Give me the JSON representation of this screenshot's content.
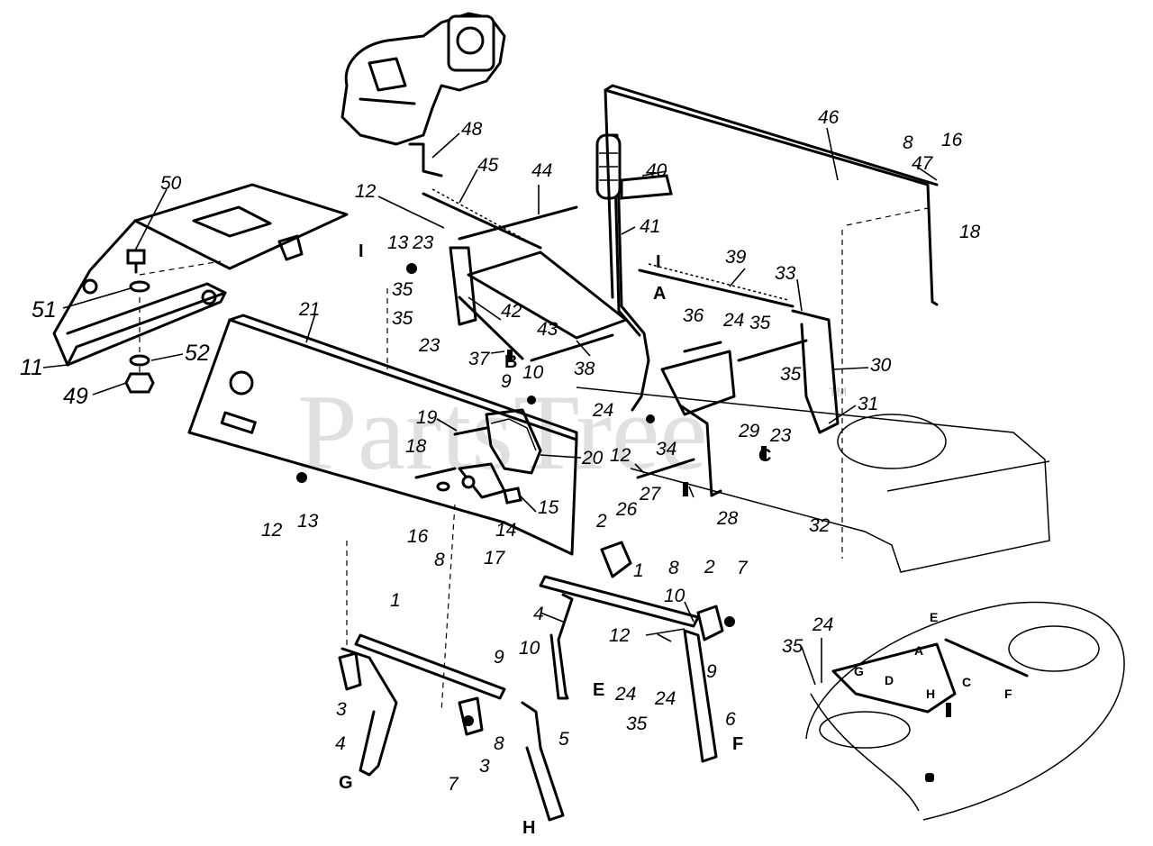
{
  "watermark": "PartsTree",
  "trademark": "TM",
  "callouts": [
    {
      "id": "c50",
      "text": "50"
    },
    {
      "id": "c51",
      "text": "51"
    },
    {
      "id": "c11",
      "text": "11"
    },
    {
      "id": "c49",
      "text": "49"
    },
    {
      "id": "c52",
      "text": "52"
    },
    {
      "id": "c48",
      "text": "48"
    },
    {
      "id": "c45",
      "text": "45"
    },
    {
      "id": "c44",
      "text": "44"
    },
    {
      "id": "c12a",
      "text": "12"
    },
    {
      "id": "c13a",
      "text": "13"
    },
    {
      "id": "c23a",
      "text": "23"
    },
    {
      "id": "c35a",
      "text": "35"
    },
    {
      "id": "c35b",
      "text": "35"
    },
    {
      "id": "c23b",
      "text": "23"
    },
    {
      "id": "c42",
      "text": "42"
    },
    {
      "id": "c43",
      "text": "43"
    },
    {
      "id": "c37",
      "text": "37"
    },
    {
      "id": "c38",
      "text": "38"
    },
    {
      "id": "c10a",
      "text": "10"
    },
    {
      "id": "c9a",
      "text": "9"
    },
    {
      "id": "c21",
      "text": "21"
    },
    {
      "id": "c19",
      "text": "19"
    },
    {
      "id": "c18a",
      "text": "18"
    },
    {
      "id": "c20",
      "text": "20"
    },
    {
      "id": "c12b",
      "text": "12"
    },
    {
      "id": "c13b",
      "text": "13"
    },
    {
      "id": "c16a",
      "text": "16"
    },
    {
      "id": "c8a",
      "text": "8"
    },
    {
      "id": "c17",
      "text": "17"
    },
    {
      "id": "c14",
      "text": "14"
    },
    {
      "id": "c15",
      "text": "15"
    },
    {
      "id": "c40",
      "text": "40"
    },
    {
      "id": "c41",
      "text": "41"
    },
    {
      "id": "c46",
      "text": "46"
    },
    {
      "id": "c8b",
      "text": "8"
    },
    {
      "id": "c16b",
      "text": "16"
    },
    {
      "id": "c47",
      "text": "47"
    },
    {
      "id": "c18b",
      "text": "18"
    },
    {
      "id": "c39",
      "text": "39"
    },
    {
      "id": "c33",
      "text": "33"
    },
    {
      "id": "c36",
      "text": "36"
    },
    {
      "id": "c24a",
      "text": "24"
    },
    {
      "id": "c35c",
      "text": "35"
    },
    {
      "id": "c35d",
      "text": "35"
    },
    {
      "id": "c30",
      "text": "30"
    },
    {
      "id": "c31",
      "text": "31"
    },
    {
      "id": "c24b",
      "text": "24"
    },
    {
      "id": "c12c",
      "text": "12"
    },
    {
      "id": "c34",
      "text": "34"
    },
    {
      "id": "c29",
      "text": "29"
    },
    {
      "id": "c23c",
      "text": "23"
    },
    {
      "id": "c26",
      "text": "26"
    },
    {
      "id": "c27",
      "text": "27"
    },
    {
      "id": "c28",
      "text": "28"
    },
    {
      "id": "c32",
      "text": "32"
    },
    {
      "id": "c2a",
      "text": "2"
    },
    {
      "id": "c1a",
      "text": "1"
    },
    {
      "id": "c8c",
      "text": "8"
    },
    {
      "id": "c2b",
      "text": "2"
    },
    {
      "id": "c7a",
      "text": "7"
    },
    {
      "id": "c10b",
      "text": "10"
    },
    {
      "id": "c4a",
      "text": "4"
    },
    {
      "id": "c12d",
      "text": "12"
    },
    {
      "id": "c9b",
      "text": "9"
    },
    {
      "id": "c24c",
      "text": "24"
    },
    {
      "id": "c24d",
      "text": "24"
    },
    {
      "id": "c35e",
      "text": "35"
    },
    {
      "id": "c6",
      "text": "6"
    },
    {
      "id": "c1b",
      "text": "1"
    },
    {
      "id": "c9c",
      "text": "9"
    },
    {
      "id": "c10c",
      "text": "10"
    },
    {
      "id": "c3a",
      "text": "3"
    },
    {
      "id": "c4b",
      "text": "4"
    },
    {
      "id": "c8d",
      "text": "8"
    },
    {
      "id": "c3b",
      "text": "3"
    },
    {
      "id": "c7b",
      "text": "7"
    },
    {
      "id": "c5",
      "text": "5"
    },
    {
      "id": "c35f",
      "text": "35"
    },
    {
      "id": "c24e",
      "text": "24"
    }
  ],
  "reference_letters": [
    {
      "id": "rI1",
      "text": "I"
    },
    {
      "id": "rI2",
      "text": "I"
    },
    {
      "id": "rA",
      "text": "A"
    },
    {
      "id": "rB",
      "text": "B"
    },
    {
      "id": "rC",
      "text": "C"
    },
    {
      "id": "rE1",
      "text": "E"
    },
    {
      "id": "rF1",
      "text": "F"
    },
    {
      "id": "rG1",
      "text": "G"
    },
    {
      "id": "rH1",
      "text": "H"
    },
    {
      "id": "rA2",
      "text": "A"
    },
    {
      "id": "rE2",
      "text": "E"
    },
    {
      "id": "rG2",
      "text": "G"
    },
    {
      "id": "rD",
      "text": "D"
    },
    {
      "id": "rH2",
      "text": "H"
    },
    {
      "id": "rC2",
      "text": "C"
    },
    {
      "id": "rF2",
      "text": "F"
    }
  ]
}
